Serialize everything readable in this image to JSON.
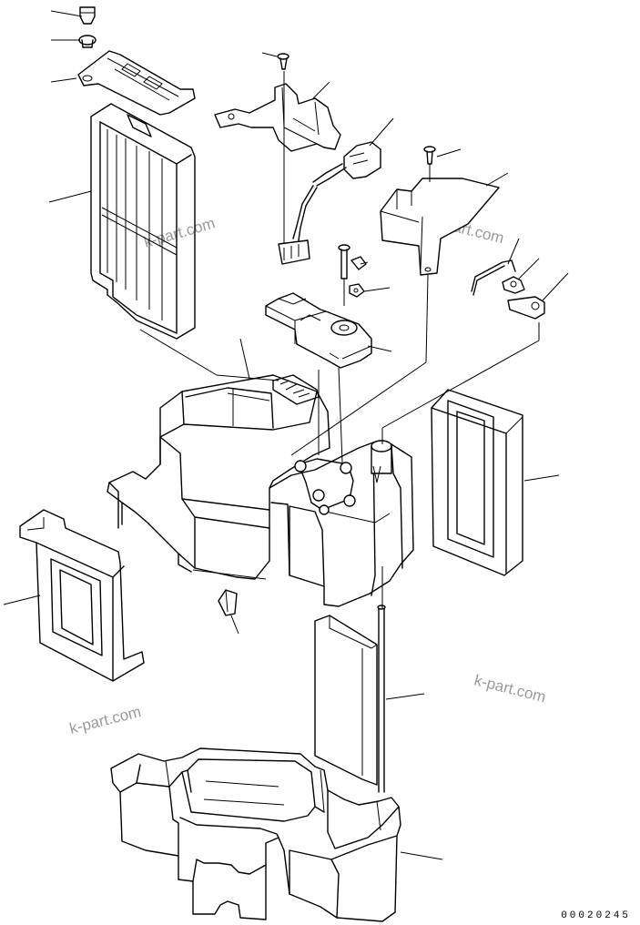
{
  "diagram": {
    "drawing_number": "00020245",
    "watermarks": [
      "k-part.com",
      "k-part.com",
      "k-part.com",
      "k-part.com"
    ]
  }
}
